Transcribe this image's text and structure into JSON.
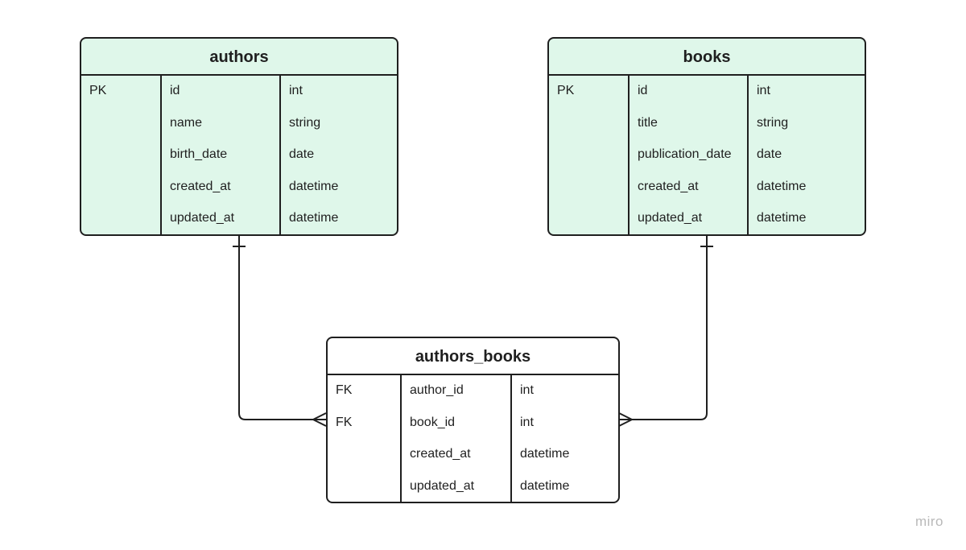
{
  "entities": {
    "authors": {
      "title": "authors",
      "rows": [
        {
          "key": "PK",
          "field": "id",
          "type": "int"
        },
        {
          "key": "",
          "field": "name",
          "type": "string"
        },
        {
          "key": "",
          "field": "birth_date",
          "type": "date"
        },
        {
          "key": "",
          "field": "created_at",
          "type": "datetime"
        },
        {
          "key": "",
          "field": "updated_at",
          "type": "datetime"
        }
      ]
    },
    "books": {
      "title": "books",
      "rows": [
        {
          "key": "PK",
          "field": "id",
          "type": "int"
        },
        {
          "key": "",
          "field": "title",
          "type": "string"
        },
        {
          "key": "",
          "field": "publication_date",
          "type": "date"
        },
        {
          "key": "",
          "field": "created_at",
          "type": "datetime"
        },
        {
          "key": "",
          "field": "updated_at",
          "type": "datetime"
        }
      ]
    },
    "authors_books": {
      "title": "authors_books",
      "rows": [
        {
          "key": "FK",
          "field": "author_id",
          "type": "int"
        },
        {
          "key": "FK",
          "field": "book_id",
          "type": "int"
        },
        {
          "key": "",
          "field": "created_at",
          "type": "datetime"
        },
        {
          "key": "",
          "field": "updated_at",
          "type": "datetime"
        }
      ]
    }
  },
  "relationships": [
    {
      "from": "authors",
      "from_cardinality": "one",
      "to": "authors_books",
      "to_cardinality": "many"
    },
    {
      "from": "books",
      "from_cardinality": "one",
      "to": "authors_books",
      "to_cardinality": "many"
    }
  ],
  "colors": {
    "entity_fill": "#dff7ea",
    "stroke": "#1f1f1f",
    "watermark": "#b9b9b9"
  },
  "watermark": "miro"
}
